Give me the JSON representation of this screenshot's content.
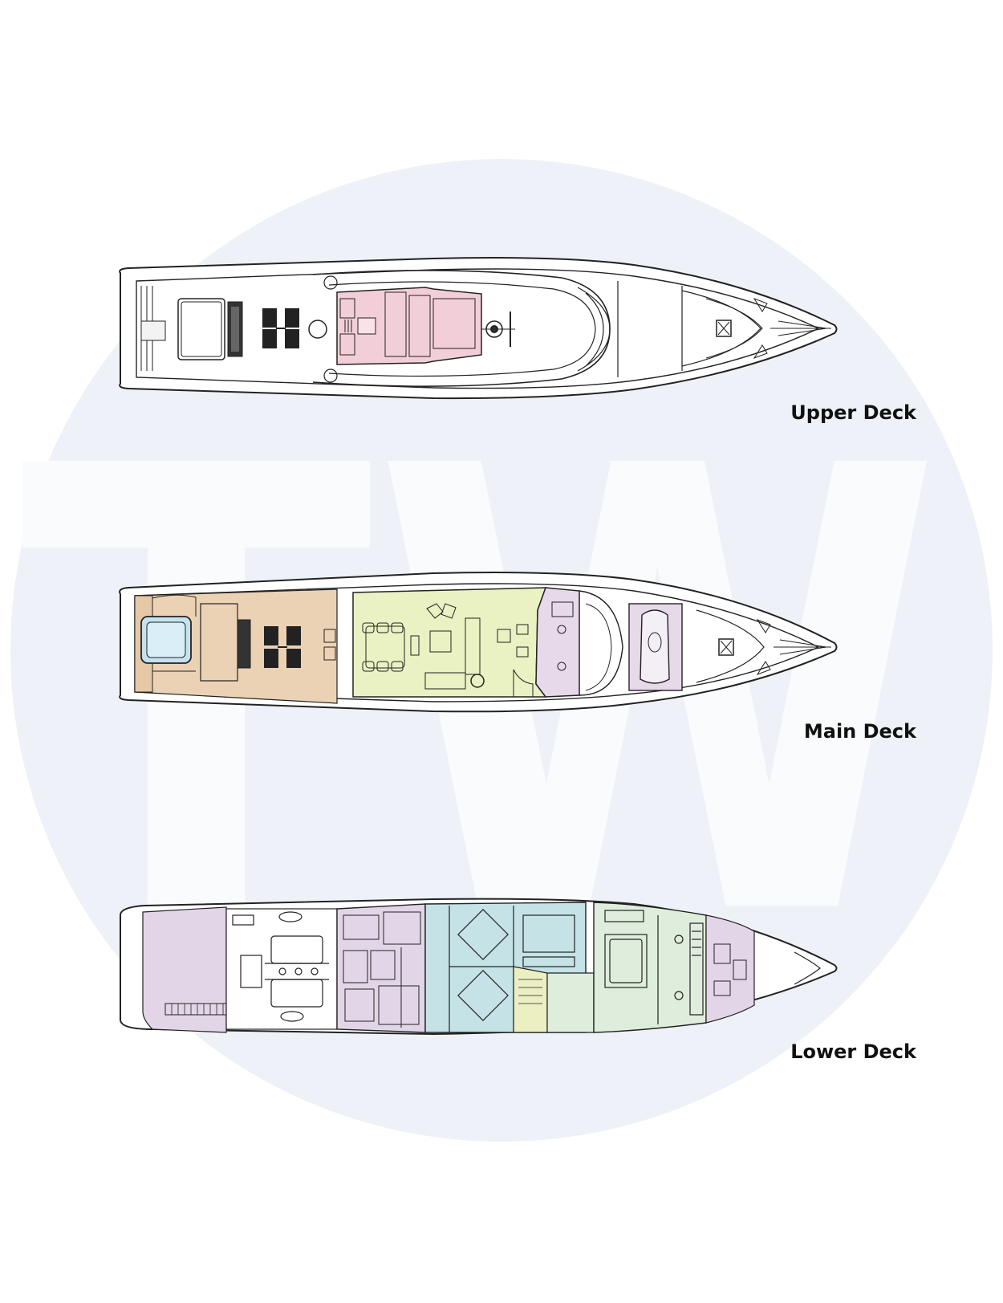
{
  "watermark": {
    "text": "TW",
    "circle_color": "#eef2f8",
    "letter_color": "#fafbfd"
  },
  "decks": [
    {
      "id": "upper",
      "label": "Upper Deck"
    },
    {
      "id": "main",
      "label": "Main Deck"
    },
    {
      "id": "lower",
      "label": "Lower Deck"
    }
  ],
  "zone_colors": {
    "bridge": "#f2cfd8",
    "aft_deck": "#ecd2b4",
    "pool": "#c4e2ef",
    "salon": "#eaf1c2",
    "galley": "#e7d9ea",
    "tender_garage": "#e7d9ea",
    "engine_room": "#e3d5e8",
    "crew": "#e3d5e8",
    "guest_cabins": "#c5e3e6",
    "stair": "#ecefc2",
    "master": "#dfeedc",
    "forepeak": "#e3d5e8",
    "hull_outline": "#222222"
  }
}
